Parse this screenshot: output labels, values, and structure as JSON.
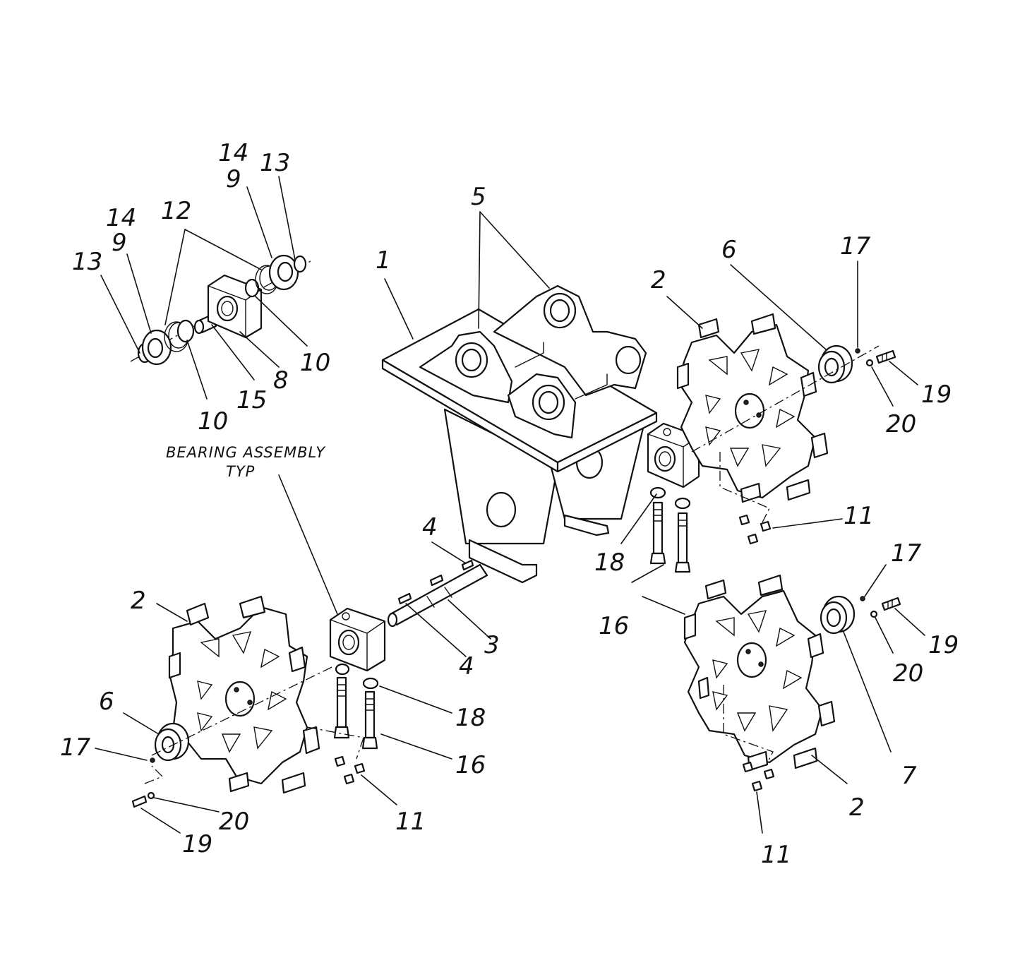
{
  "note": {
    "line1": "BEARING ASSEMBLY",
    "line2": "TYP"
  },
  "callouts": [
    {
      "id": "c-14a",
      "text": "14"
    },
    {
      "id": "c-13a",
      "text": "13"
    },
    {
      "id": "c-9a",
      "text": "9"
    },
    {
      "id": "c-14b",
      "text": "14"
    },
    {
      "id": "c-12",
      "text": "12"
    },
    {
      "id": "c-9b",
      "text": "9"
    },
    {
      "id": "c-13b",
      "text": "13"
    },
    {
      "id": "c-10a",
      "text": "10"
    },
    {
      "id": "c-8",
      "text": "8"
    },
    {
      "id": "c-15",
      "text": "15"
    },
    {
      "id": "c-10b",
      "text": "10"
    },
    {
      "id": "c-5",
      "text": "5"
    },
    {
      "id": "c-1",
      "text": "1"
    },
    {
      "id": "c-6a",
      "text": "6"
    },
    {
      "id": "c-17a",
      "text": "17"
    },
    {
      "id": "c-2a",
      "text": "2"
    },
    {
      "id": "c-19a",
      "text": "19"
    },
    {
      "id": "c-20a",
      "text": "20"
    },
    {
      "id": "c-11a",
      "text": "11"
    },
    {
      "id": "c-4a",
      "text": "4"
    },
    {
      "id": "c-18a",
      "text": "18"
    },
    {
      "id": "c-17b",
      "text": "17"
    },
    {
      "id": "c-16a",
      "text": "16"
    },
    {
      "id": "c-19b",
      "text": "19"
    },
    {
      "id": "c-20b",
      "text": "20"
    },
    {
      "id": "c-2b",
      "text": "2"
    },
    {
      "id": "c-3",
      "text": "3"
    },
    {
      "id": "c-4b",
      "text": "4"
    },
    {
      "id": "c-18b",
      "text": "18"
    },
    {
      "id": "c-6b",
      "text": "6"
    },
    {
      "id": "c-17c",
      "text": "17"
    },
    {
      "id": "c-16b",
      "text": "16"
    },
    {
      "id": "c-7",
      "text": "7"
    },
    {
      "id": "c-2c",
      "text": "2"
    },
    {
      "id": "c-20c",
      "text": "20"
    },
    {
      "id": "c-19c",
      "text": "19"
    },
    {
      "id": "c-11b",
      "text": "11"
    },
    {
      "id": "c-11c",
      "text": "11"
    }
  ]
}
